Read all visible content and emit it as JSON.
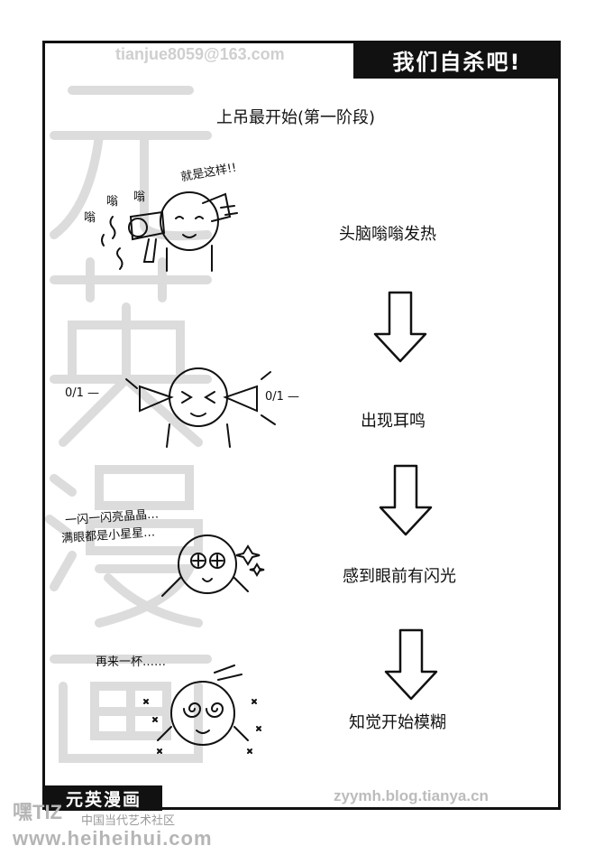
{
  "page": {
    "title": "我们自杀吧!",
    "email": "tianjue8059@163.com",
    "heading": "上吊最开始(第一阶段)",
    "brand": "元英漫画",
    "blog": "zyymh.blog.tianya.cn",
    "watermark_text": "元英漫画"
  },
  "stages": [
    {
      "label": "头脑嗡嗡发热",
      "speech": [
        "就是这样!!",
        "嗡",
        "嗡",
        "嗡"
      ]
    },
    {
      "label": "出现耳鸣",
      "speech": [
        "0/1 —",
        "0/1 —"
      ]
    },
    {
      "label": "感到眼前有闪光",
      "speech": [
        "一闪一闪亮晶晶…",
        "满眼都是小星星…"
      ]
    },
    {
      "label": "知觉开始模糊",
      "speech": [
        "再来一杯……"
      ]
    }
  ],
  "footer": {
    "site": "嘿TIZ",
    "sub": "中国当代艺术社区",
    "url": "www.heiheihui.com"
  },
  "colors": {
    "ink": "#111111",
    "watermark": "#cfcfcf"
  }
}
